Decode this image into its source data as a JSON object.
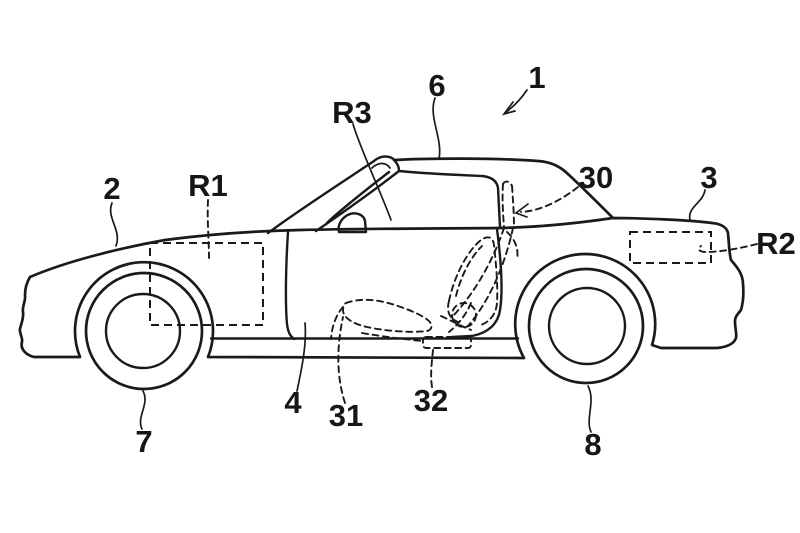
{
  "figure": {
    "kind": "patent-line-drawing",
    "background_color": "#ffffff",
    "line_color": "#1a1a1a",
    "labels": {
      "n1": "1",
      "n2": "2",
      "n3": "3",
      "n4": "4",
      "n6": "6",
      "n7": "7",
      "n8": "8",
      "n30": "30",
      "n31": "31",
      "n32": "32",
      "r1": "R1",
      "r2": "R2",
      "r3": "R3"
    }
  }
}
